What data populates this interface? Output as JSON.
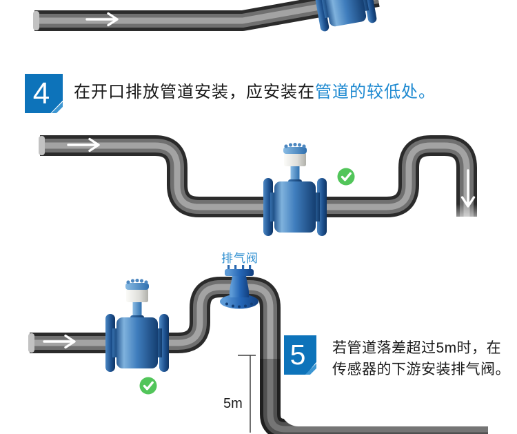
{
  "page": {
    "background": "#ffffff",
    "description_type": "flowmeter-installation-instructions"
  },
  "colors": {
    "badge_blue": "#0d73ba",
    "badge_fold_blue": "#3c96d2",
    "highlight_text_blue": "#1f8ad1",
    "vent_label_blue": "#2f8fd0",
    "check_green": "#52c55a",
    "body_text": "#1a1a1a",
    "pipe_gray_dark": "#2b2b2b",
    "pipe_gray_mid": "#707070",
    "meter_blue": "#3f7dbd"
  },
  "steps": {
    "step4": {
      "number": "4",
      "text_black": "在开口排放管道安装，应安装在",
      "text_blue": "管道的较低处。"
    },
    "step5": {
      "number": "5",
      "line1": "若管道落差超过5m时，在",
      "line2": "传感器的下游安装排气阀。"
    }
  },
  "labels": {
    "vent_valve": "排气阀",
    "drop_height": "5m"
  },
  "icons": {
    "flow_direction": "right-arrow-icon",
    "outlet_direction": "down-arrow-icon",
    "correct_mark": "check-icon"
  }
}
